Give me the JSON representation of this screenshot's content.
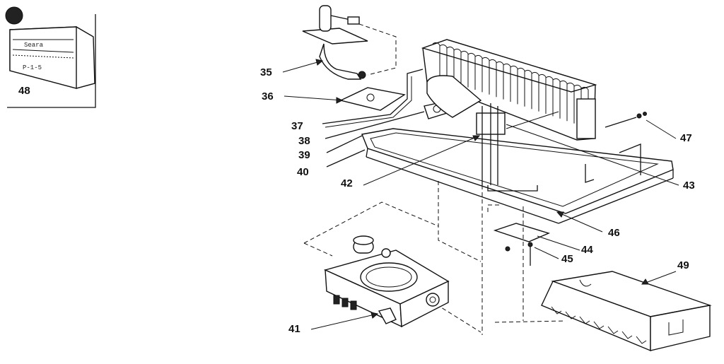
{
  "callouts": {
    "c35": "35",
    "c36": "36",
    "c37": "37",
    "c38": "38",
    "c39": "39",
    "c40": "40",
    "c41": "41",
    "c42": "42",
    "c43": "43",
    "c44": "44",
    "c45": "45",
    "c46": "46",
    "c47": "47",
    "c48": "48",
    "c49": "49"
  },
  "label_48_box": {
    "line1": "Seara",
    "line2": "P-1-5"
  }
}
